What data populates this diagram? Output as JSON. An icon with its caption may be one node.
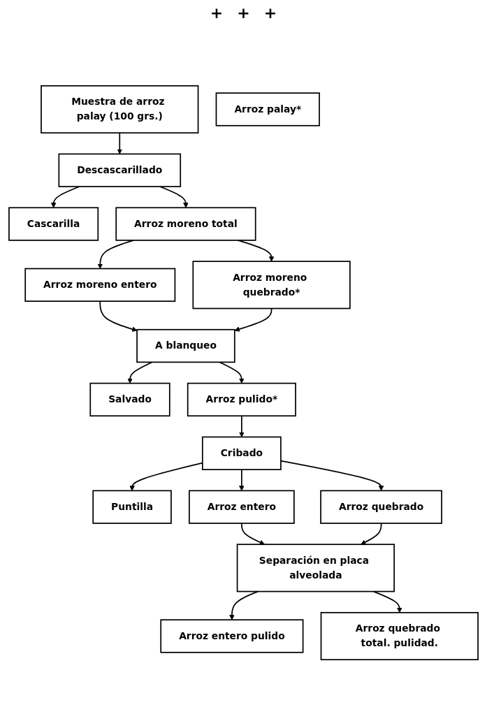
{
  "diagram": {
    "nodes": [
      {
        "text": [
          "Muestra de arroz palay (100 grs.)"
        ]
      },
      {
        "text": [
          "Descascarillado"
        ]
      },
      {
        "text": [
          "Cascarilla"
        ]
      },
      {
        "text": [
          "Arroz moreno total"
        ]
      },
      {
        "text": [
          "Arroz palay*"
        ]
      },
      {
        "text": [
          "Arroz moreno entero"
        ]
      },
      {
        "text": [
          "Arroz moreno quebrado*"
        ]
      },
      {
        "text": [
          "A blanqueo"
        ]
      },
      {
        "text": [
          "Salvado"
        ]
      },
      {
        "text": [
          "Arroz pulido*"
        ]
      },
      {
        "text": [
          "Cribado"
        ]
      },
      {
        "text": [
          "Puntilla"
        ]
      },
      {
        "text": [
          "Arroz entero"
        ]
      },
      {
        "text": [
          "Arroz quebrado"
        ]
      },
      {
        "text": [
          "Separación en placa alveolada"
        ]
      },
      {
        "text": [
          "Arroz entero pulido"
        ]
      },
      {
        "text": [
          "Arroz quebrado total. pulidad."
        ]
      }
    ],
    "edges": [
      {
        "from": 0,
        "to": 1,
        "arrow": "to"
      },
      {
        "from": 1,
        "to": 2,
        "arrow": "to"
      },
      {
        "from": 1,
        "to": 3,
        "arrow": "to"
      },
      {
        "from": 3,
        "to": 5,
        "arrow": "to"
      },
      {
        "from": 3,
        "to": 6,
        "arrow": "to"
      },
      {
        "from": 5,
        "to": 7,
        "arrow": "to"
      },
      {
        "from": 6,
        "to": 7,
        "arrow": "to"
      },
      {
        "from": 7,
        "to": 8,
        "arrow": "to"
      },
      {
        "from": 7,
        "to": 9,
        "arrow": "to"
      },
      {
        "from": 9,
        "to": 10,
        "arrow": "to"
      },
      {
        "from": 10,
        "to": 11,
        "arrow": "to"
      },
      {
        "from": 10,
        "to": 12,
        "arrow": "to"
      },
      {
        "from": 10,
        "to": 13,
        "arrow": "to"
      },
      {
        "from": 12,
        "to": 14,
        "arrow": "to"
      },
      {
        "from": 13,
        "to": 14,
        "arrow": "to"
      },
      {
        "from": 14,
        "to": 15,
        "arrow": "to"
      },
      {
        "from": 14,
        "to": 16,
        "arrow": "to"
      }
    ],
    "labels": [
      "+",
      "+",
      "+"
    ]
  }
}
